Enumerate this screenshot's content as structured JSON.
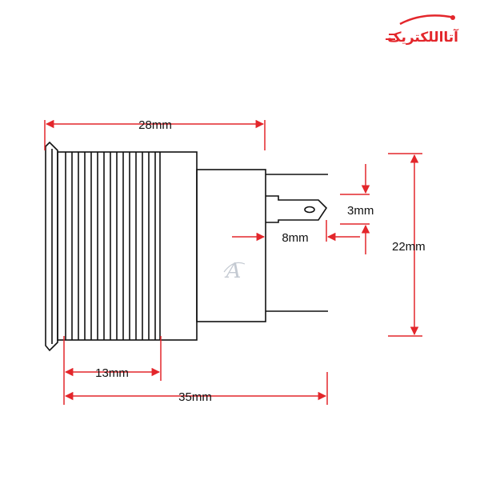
{
  "brand": {
    "logo_text": "آتااللکتریک",
    "watermark_letter": "A",
    "color": "#e3262b"
  },
  "colors": {
    "dimension": "#e3262b",
    "outline": "#111111",
    "text": "#111111"
  },
  "dimensions": {
    "overall_to_flange": "28mm",
    "overall_length": "35mm",
    "thread_length": "13mm",
    "terminal_length": "8mm",
    "terminal_width": "3mm",
    "height": "22mm"
  }
}
